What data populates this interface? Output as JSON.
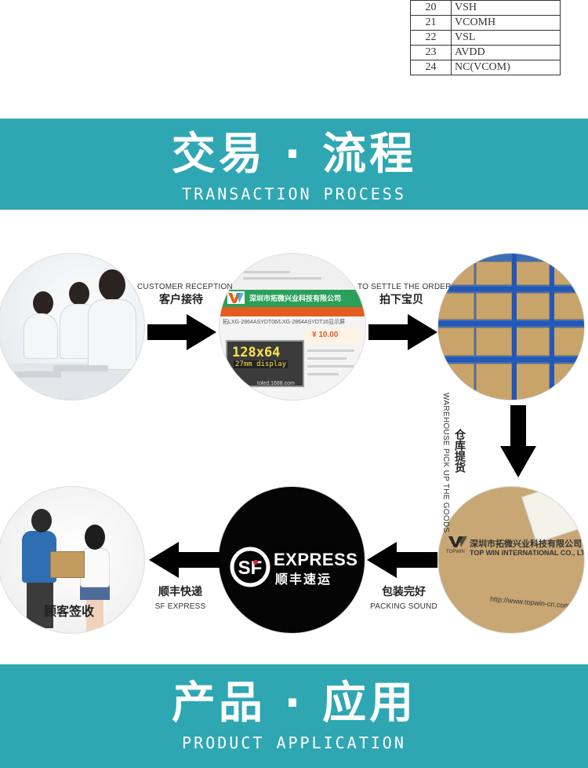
{
  "pin_table": {
    "rows": [
      {
        "num": "20",
        "name": "VSH"
      },
      {
        "num": "21",
        "name": "VCOMH"
      },
      {
        "num": "22",
        "name": "VSL"
      },
      {
        "num": "23",
        "name": "AVDD"
      },
      {
        "num": "24",
        "name": "NC(VCOM)"
      }
    ]
  },
  "transaction_banner": {
    "title_cn": "交易 · 流程",
    "title_en": "TRANSACTION PROCESS",
    "bg_color": "#2fa7b3"
  },
  "steps": {
    "customer_reception": {
      "en": "CUSTOMER RECEPTION",
      "cn": "客户接待"
    },
    "settle_order": {
      "en": "TO SETTLE THE ORDER",
      "cn": "拍下宝贝"
    },
    "warehouse_pick": {
      "en": "WAREHOUSE PICK UP THE GOODS",
      "cn": "仓库提货"
    },
    "packing": {
      "cn": "包装完好",
      "en": "PACKING SOUND"
    },
    "sf_express": {
      "cn": "顺丰快递",
      "en": "SF EXPRESS"
    },
    "customer_sign": {
      "cn": "顾客签收"
    }
  },
  "web_screenshot": {
    "company": "深圳市拓微兴业科技有限公司",
    "product_line": "拓LXG-2864ASYDT06/LXG-2864ASYDT16显示屏",
    "lcd_main": "128x64",
    "lcd_sub": "27mm display",
    "lcd_url": "toled.1688.com",
    "price": "¥ 10.00"
  },
  "carton": {
    "company_cn": "深圳市拓微兴业科技有限公司",
    "company_en": "TOP WIN INTERNATIONAL CO., LTD.",
    "brand": "TOPWIN",
    "url": "http://www.topwin-cn.com"
  },
  "sf_logo": {
    "mark": "SF",
    "express": "EXPRESS",
    "cn": "顺丰速运"
  },
  "application_banner": {
    "title_cn": "产品 · 应用",
    "title_en": "PRODUCT APPLICATION",
    "bg_color": "#2fa7b3"
  }
}
